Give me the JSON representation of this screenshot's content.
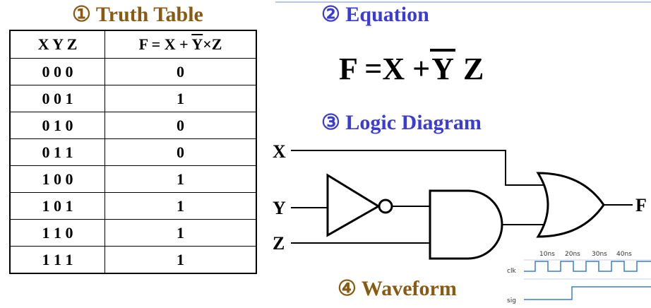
{
  "sections": {
    "truth_table": "① Truth Table",
    "equation": "② Equation",
    "logic_diagram": "③ Logic Diagram",
    "waveform": "④ Waveform"
  },
  "truth_table": {
    "headers": [
      "X Y Z",
      "F = X + Y×Z"
    ],
    "rows": [
      {
        "xyz": "0 0 0",
        "f": "0"
      },
      {
        "xyz": "0 0 1",
        "f": "1"
      },
      {
        "xyz": "0 1 0",
        "f": "0"
      },
      {
        "xyz": "0 1 1",
        "f": "0"
      },
      {
        "xyz": "1 0 0",
        "f": "1"
      },
      {
        "xyz": "1 0 1",
        "f": "1"
      },
      {
        "xyz": "1 1 0",
        "f": "1"
      },
      {
        "xyz": "1 1 1",
        "f": "1"
      }
    ]
  },
  "equation": {
    "lhs": "F",
    "eq": "=",
    "x": "X",
    "plus": "+",
    "ybar": "Y",
    "z": "Z"
  },
  "diagram": {
    "inputs": [
      "X",
      "Y",
      "Z"
    ],
    "output": "F",
    "gates": [
      "not-gate",
      "and-gate",
      "or-gate"
    ]
  },
  "waveform": {
    "time_labels": [
      "10ns",
      "20ns",
      "30ns",
      "40ns"
    ],
    "signals": [
      "clk",
      "sig"
    ]
  },
  "colors": {
    "brown": "#8a5a12",
    "blue": "#3b3bd6"
  }
}
